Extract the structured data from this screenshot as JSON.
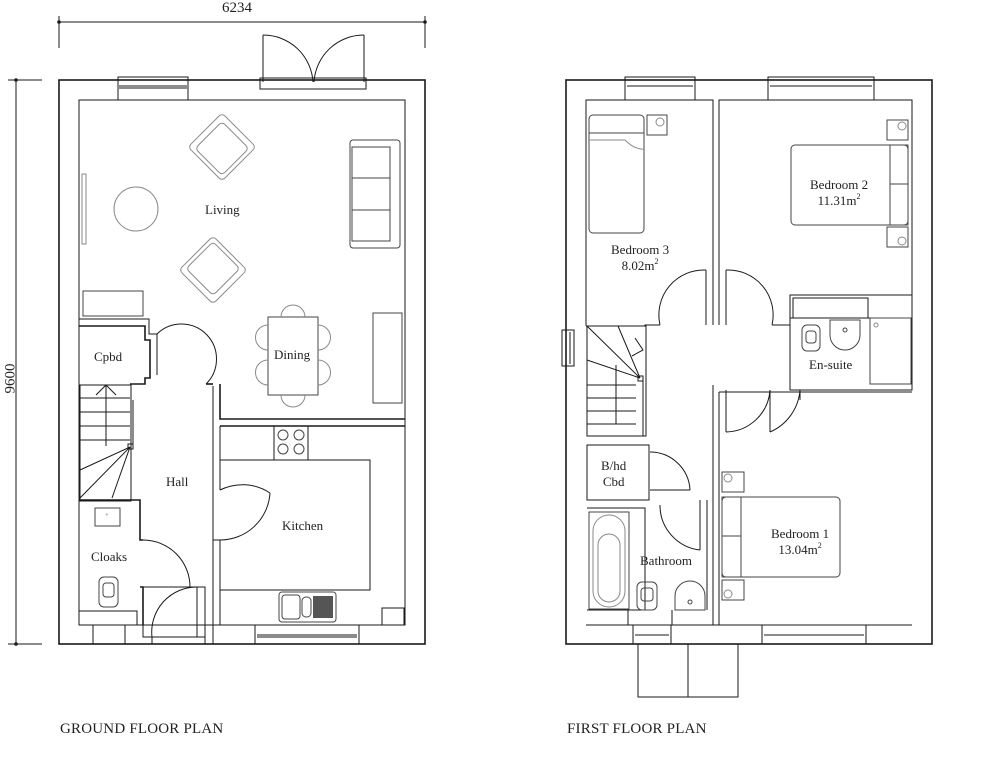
{
  "dimensions": {
    "width_label": "6234",
    "height_label": "9600"
  },
  "ground_floor": {
    "caption": "GROUND FLOOR PLAN",
    "rooms": {
      "living": "Living",
      "dining": "Dining",
      "cpbd": "Cpbd",
      "hall": "Hall",
      "kitchen": "Kitchen",
      "cloaks": "Cloaks"
    }
  },
  "first_floor": {
    "caption": "FIRST FLOOR PLAN",
    "rooms": {
      "bedroom3": {
        "name": "Bedroom 3",
        "area": "8.02m",
        "unit_sup": "2"
      },
      "bedroom2": {
        "name": "Bedroom 2",
        "area": "11.31m",
        "unit_sup": "2"
      },
      "bedroom1": {
        "name": "Bedroom 1",
        "area": "13.04m",
        "unit_sup": "2"
      },
      "ensuite": "En-suite",
      "bhd_cbd_line1": "B/hd",
      "bhd_cbd_line2": "Cbd",
      "bathroom": "Bathroom"
    }
  }
}
